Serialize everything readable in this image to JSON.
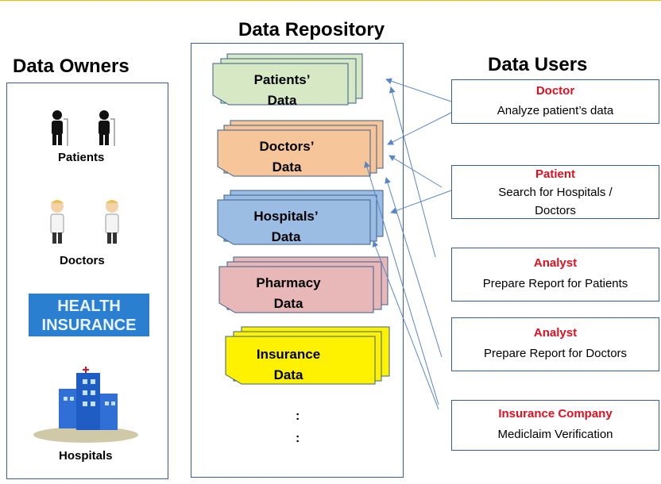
{
  "headings": {
    "owners": "Data Owners",
    "repository": "Data Repository",
    "users": "Data Users"
  },
  "owners": [
    {
      "label": "Patients",
      "icon": "patient-icon"
    },
    {
      "label": "Doctors",
      "icon": "doctor-icon"
    },
    {
      "label": "",
      "icon": "health-insurance-logo",
      "logo_lines": [
        "HEALTH",
        "INSURANCE"
      ]
    },
    {
      "label": "Hospitals",
      "icon": "hospital-building-icon"
    }
  ],
  "repository": [
    {
      "lines": [
        "Patients’",
        "Data"
      ],
      "fill": "#d7e8c4"
    },
    {
      "lines": [
        "Doctors’",
        "Data"
      ],
      "fill": "#f6c59a"
    },
    {
      "lines": [
        "Hospitals’",
        "Data"
      ],
      "fill": "#9bbde3"
    },
    {
      "lines": [
        "Pharmacy",
        "Data"
      ],
      "fill": "#e8b8b8"
    },
    {
      "lines": [
        "Insurance",
        "Data"
      ],
      "fill": "#fff200"
    }
  ],
  "repository_more": [
    ":",
    ":"
  ],
  "users": [
    {
      "role": "Doctor",
      "task": "Analyze patient’s data"
    },
    {
      "role": "Patient",
      "task": "Search for  Hospitals /",
      "task2": "Doctors"
    },
    {
      "role": "Analyst",
      "task": "Prepare Report for Patients"
    },
    {
      "role": "Analyst",
      "task": "Prepare Report for Doctors"
    },
    {
      "role": "Insurance Company",
      "task": "Mediclaim Verification"
    }
  ],
  "colors": {
    "border": "#3a5e8c",
    "arrow": "#5b86c5",
    "role_text": "#e01020",
    "top_rule": "#f0c000"
  }
}
